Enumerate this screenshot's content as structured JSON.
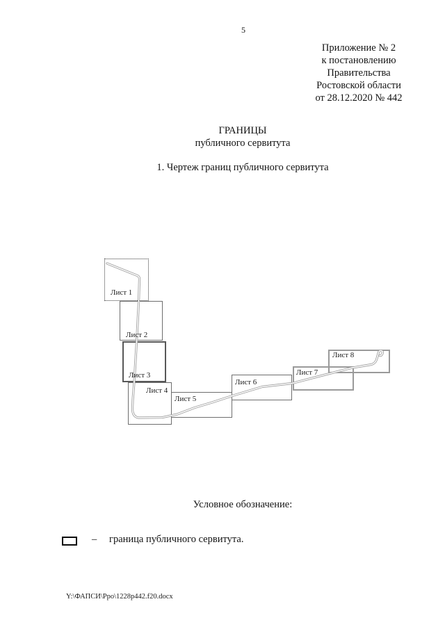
{
  "page": {
    "number": "5"
  },
  "annex": {
    "lines": [
      "Приложение № 2",
      "к постановлению",
      "Правительства",
      "Ростовской области",
      "от 28.12.2020 № 442"
    ]
  },
  "title": {
    "line1": "ГРАНИЦЫ",
    "line2": "публичного сервитута"
  },
  "section_title": "1. Чертеж границ публичного сервитута",
  "diagram": {
    "sheets": [
      {
        "label": "Лист 1"
      },
      {
        "label": "Лист 2"
      },
      {
        "label": "Лист 3"
      },
      {
        "label": "Лист 4"
      },
      {
        "label": "Лист 5"
      },
      {
        "label": "Лист 6"
      },
      {
        "label": "Лист 7"
      },
      {
        "label": "Лист 8"
      }
    ],
    "boundary_color": "#9c9c9c"
  },
  "legend": {
    "heading": "Условное обозначение:",
    "dash": "–",
    "item": "граница публичного сервитута."
  },
  "footer": {
    "path": "Y:\\ФАПСИ\\Ppo\\1228p442.f20.docx"
  }
}
